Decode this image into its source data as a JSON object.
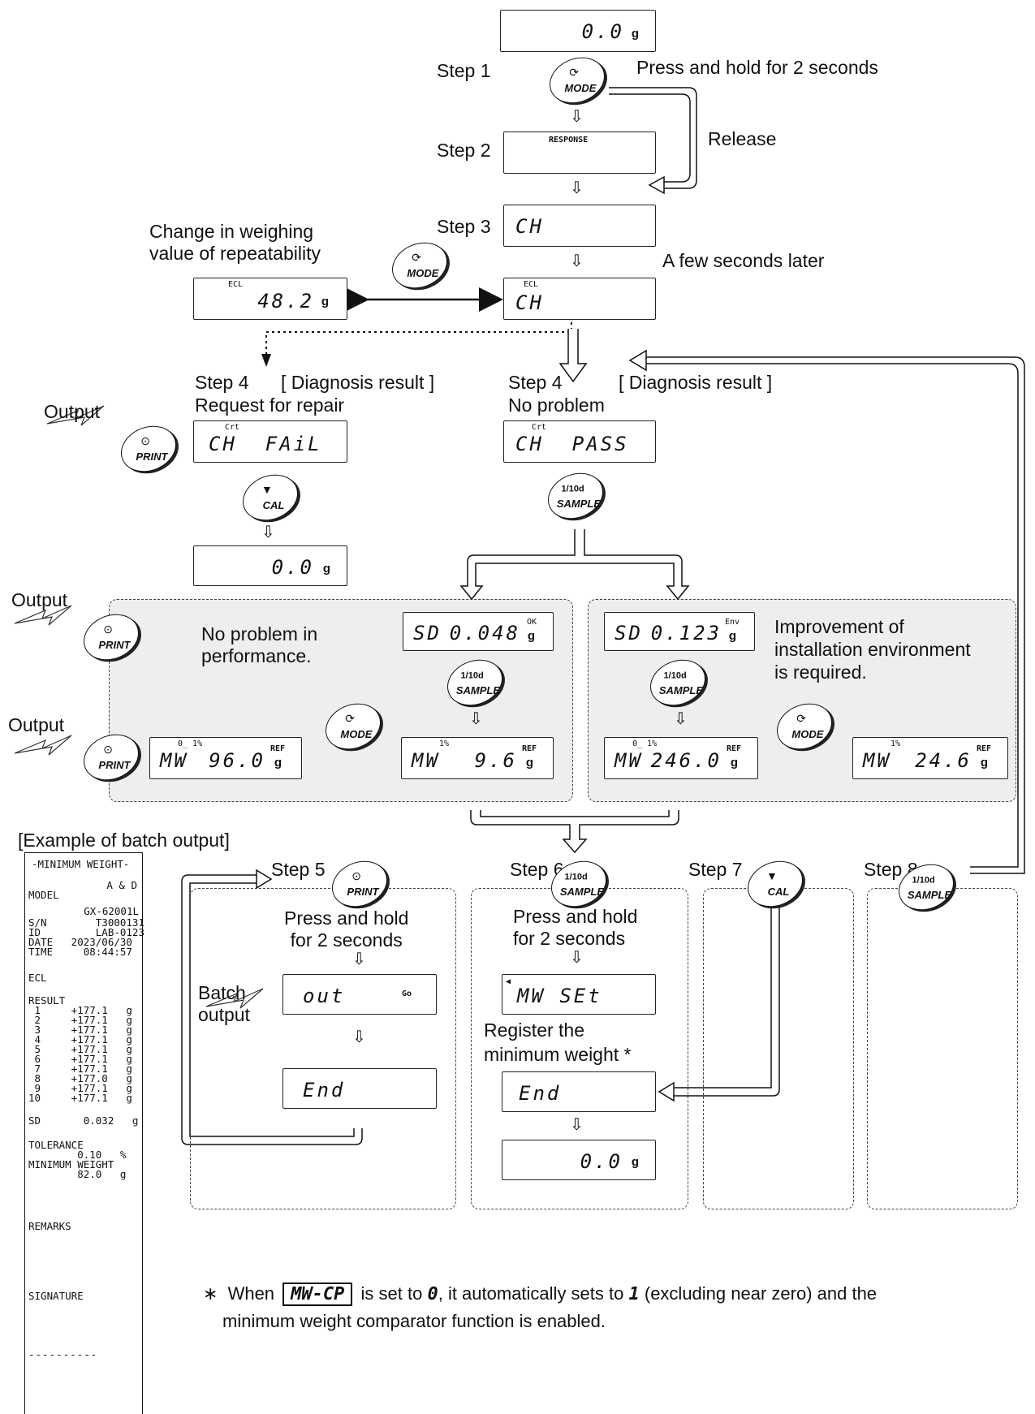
{
  "labels": {
    "step1": "Step 1",
    "step2": "Step 2",
    "step3": "Step 3",
    "step4a": "Step 4",
    "step4b": "Step 4",
    "step5": "Step 5",
    "step6": "Step 6",
    "step7": "Step 7",
    "step8": "Step 8",
    "press_hold": "Press and hold for 2 seconds",
    "release": "Release",
    "few_seconds": "A few seconds later",
    "change_repeat_1": "Change in weighing",
    "change_repeat_2": "value of repeatability",
    "diag_result": "[ Diagnosis result ]",
    "request_repair": "Request for repair",
    "no_problem": "No problem",
    "output": "Output",
    "no_problem_perf_1": "No problem in",
    "no_problem_perf_2": "performance.",
    "improve_1": "Improvement of",
    "improve_2": "installation environment",
    "improve_3": "is required.",
    "example_batch": "[Example of batch output]",
    "press_hold_2a": "Press and hold",
    "press_hold_2b": "for 2 seconds",
    "batch_output_1": "Batch",
    "batch_output_2": "output",
    "register_1": "Register the",
    "register_2": "minimum weight *",
    "footnote_star": "∗",
    "footnote_when": "When",
    "footnote_mwcp": "MW-CP",
    "footnote_is_set": "is set to",
    "footnote_zero": "0",
    "footnote_auto": ", it automatically sets to",
    "footnote_one": "1",
    "footnote_rest": "(excluding near zero) and the",
    "footnote_line2": "minimum weight comparator function is enabled."
  },
  "buttons": {
    "mode": "MODE",
    "print": "PRINT",
    "cal": "CAL",
    "sample": "SAMPLE",
    "sample_top": "1/10d"
  },
  "displays": {
    "top": {
      "value": "0.0",
      "unit": "g"
    },
    "step2": {
      "caption": "RESPONSE"
    },
    "step3": {
      "value": "CH"
    },
    "step3b": {
      "small": "ECL",
      "value": "CH"
    },
    "repeat": {
      "small": "ECL",
      "value": "48.2",
      "unit": "g"
    },
    "fail": {
      "small": "Crt",
      "value": "CH  FAiL"
    },
    "pass": {
      "small": "Crt",
      "value": "CH  PASS"
    },
    "zero_after_cal": {
      "value": "0.0",
      "unit": "g"
    },
    "sd_ok": {
      "left": "SD",
      "value": "0.048",
      "unit": "g",
      "tag": "OK"
    },
    "sd_env": {
      "left": "SD",
      "value": "0.123",
      "unit": "g",
      "tag": "Env"
    },
    "mw_a": {
      "small": "0_ 1%",
      "left": "MW",
      "value": "96.0",
      "tag": "REF",
      "unit": "g"
    },
    "mw_b": {
      "small": "1%",
      "left": "MW",
      "value": "9.6",
      "tag": "REF",
      "unit": "g"
    },
    "mw_c": {
      "small": "0_ 1%",
      "left": "MW",
      "value": "246.0",
      "tag": "REF",
      "unit": "g"
    },
    "mw_d": {
      "small": "1%",
      "left": "MW",
      "value": "24.6",
      "tag": "REF",
      "unit": "g"
    },
    "out": {
      "value": "out",
      "tag": "Go"
    },
    "end5": {
      "value": "End"
    },
    "mwset": {
      "value": "MW SEt"
    },
    "end6": {
      "value": "End"
    },
    "zero6": {
      "value": "0.0",
      "unit": "g"
    }
  },
  "receipt": {
    "header": "-MINIMUM WEIGHT-",
    "brand": "A & D",
    "model_label": "MODEL",
    "model_value": "GX-62001L",
    "sn": "S/N        T3000131",
    "id": "ID         LAB-0123",
    "date": "DATE   2023/06/30",
    "time": "TIME     08:44:57",
    "ecl": "ECL",
    "result": "RESULT",
    "rows": [
      " 1     +177.1   g",
      " 2     +177.1   g",
      " 3     +177.1   g",
      " 4     +177.1   g",
      " 5     +177.1   g",
      " 6     +177.1   g",
      " 7     +177.1   g",
      " 8     +177.0   g",
      " 9     +177.1   g",
      "10     +177.1   g"
    ],
    "sd": "SD       0.032   g",
    "tolerance": "TOLERANCE",
    "tol_value": "        0.10   %",
    "minw": "MINIMUM WEIGHT",
    "minw_value": "        82.0   g",
    "remarks": "REMARKS",
    "signature": "SIGNATURE",
    "dashes": "----------"
  }
}
